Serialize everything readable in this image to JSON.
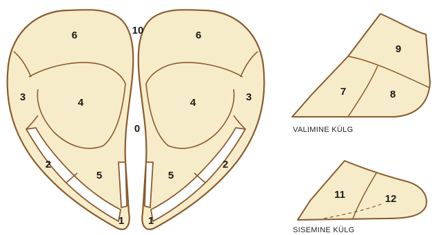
{
  "colors": {
    "fill": "#f7ecc9",
    "outline": "#8a5a2c",
    "separator": "#ffffff",
    "text": "#1a1a1a"
  },
  "labels": {
    "top_center": "10",
    "middle_center": "0",
    "left": {
      "r6": "6",
      "r3": "3",
      "r4": "4",
      "r2": "2",
      "r5": "5",
      "r1": "1"
    },
    "right": {
      "r6": "6",
      "r3": "3",
      "r4": "4",
      "r2": "2",
      "r5": "5",
      "r1": "1"
    },
    "outer_view": {
      "r9": "9",
      "r7": "7",
      "r8": "8",
      "caption": "VALIMINE KÜLG"
    },
    "inner_view": {
      "r11": "11",
      "r12": "12",
      "caption": "SISEMINE KÜLG"
    }
  }
}
